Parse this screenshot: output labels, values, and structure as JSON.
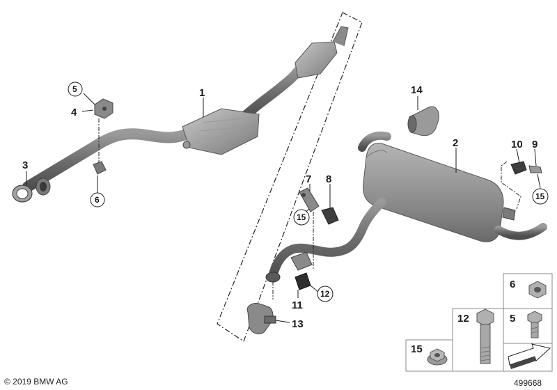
{
  "copyright": "© 2019 BMW AG",
  "diagram_number": "499668",
  "callouts": {
    "front_pipe": "1",
    "rear_muffler": "2",
    "seal_ring": "3",
    "bracket_front": "4",
    "circle_5_front": "5",
    "circle_6_front": "6",
    "bracket_7": "7",
    "rubber_mount_8": "8",
    "hanger_9": "9",
    "hanger_10": "10",
    "clamp_11": "11",
    "circle_12": "12",
    "clamp_13": "13",
    "tailpipe_trim_14": "14",
    "circle_15_mid": "15",
    "circle_15_right": "15"
  },
  "legend": {
    "hex_nut_top": "6",
    "bolt_long": "12",
    "bolt_short": "5",
    "flange_nut": "15"
  },
  "colors": {
    "part_dark": "#6b6b6b",
    "part_mid": "#8f8f8f",
    "part_light": "#b9b9b9",
    "line": "#1a1a1a",
    "box_border": "#888888"
  }
}
